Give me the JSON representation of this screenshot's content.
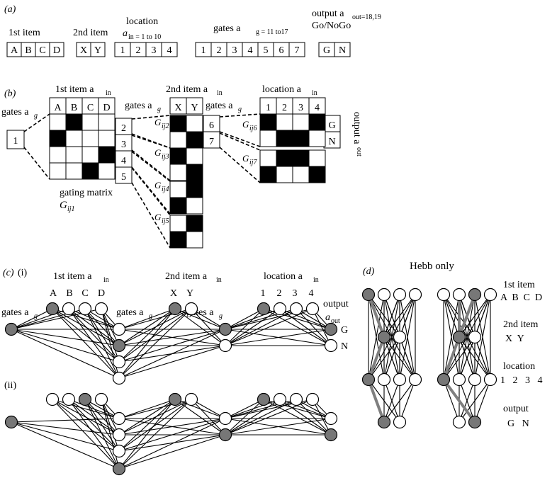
{
  "panel_a": {
    "label": "(a)",
    "first_item": {
      "title": "1st item",
      "cells": [
        "A",
        "B",
        "C",
        "D"
      ]
    },
    "second_item": {
      "title": "2nd item",
      "cells": [
        "X",
        "Y"
      ]
    },
    "location": {
      "title": "location",
      "subtitle": "a",
      "subscript": "in = 1 to 10",
      "cells": [
        "1",
        "2",
        "3",
        "4"
      ]
    },
    "gates": {
      "title": "gates a",
      "subscript": "g = 11 to17",
      "cells": [
        "1",
        "2",
        "3",
        "4",
        "5",
        "6",
        "7"
      ]
    },
    "output": {
      "title": "output a",
      "subscript": "out=18,19",
      "subtitle": "Go/NoGo",
      "cells": [
        "G",
        "N"
      ]
    }
  },
  "panel_b": {
    "label": "(b)",
    "first_item_title": "1st item a",
    "first_item_sub": "in",
    "second_item_title": "2nd item a",
    "second_item_sub": "in",
    "location_title": "location a",
    "location_sub": "in",
    "gates_label": "gates a",
    "gates_sub": "g",
    "first_cells": [
      "A",
      "B",
      "C",
      "D"
    ],
    "second_cells": [
      "X",
      "Y"
    ],
    "location_cells": [
      "1",
      "2",
      "3",
      "4"
    ],
    "gate_numbers": [
      "1",
      "2",
      "3",
      "4",
      "5",
      "6",
      "7"
    ],
    "output_cells": [
      "G",
      "N"
    ],
    "output_label": "output a",
    "output_sub": "out",
    "gating_matrix_label": "gating matrix",
    "g_labels": {
      "g1": {
        "main": "G",
        "sub": "ij1"
      },
      "g2": {
        "main": "G",
        "sub": "ij2"
      },
      "g3": {
        "main": "G",
        "sub": "ij3"
      },
      "g4": {
        "main": "G",
        "sub": "ij4"
      },
      "g5": {
        "main": "G",
        "sub": "ij5"
      },
      "g6": {
        "main": "G",
        "sub": "ij6"
      },
      "g7": {
        "main": "G",
        "sub": "ij7"
      }
    },
    "matrix1": [
      [
        0,
        1,
        0,
        0
      ],
      [
        1,
        0,
        0,
        0
      ],
      [
        0,
        0,
        0,
        1
      ],
      [
        0,
        0,
        1,
        0
      ]
    ],
    "matrix2": [
      [
        1,
        0
      ],
      [
        0,
        1
      ]
    ],
    "matrix3": [
      [
        1,
        0
      ],
      [
        0,
        1
      ]
    ],
    "matrix4": [
      [
        0,
        1
      ],
      [
        1,
        0
      ]
    ],
    "matrix5": [
      [
        0,
        1
      ],
      [
        1,
        0
      ]
    ],
    "matrix6": [
      [
        1,
        0,
        0,
        1
      ],
      [
        0,
        1,
        1,
        0
      ]
    ],
    "matrix7": [
      [
        0,
        1,
        1,
        0
      ],
      [
        1,
        0,
        0,
        1
      ]
    ]
  },
  "panel_c": {
    "label": "(c)",
    "sub_i": "(i)",
    "sub_ii": "(ii)",
    "first_item_title": "1st item a",
    "first_item_sub": "in",
    "second_item_title": "2nd item a",
    "second_item_sub": "in",
    "location_title": "location a",
    "location_sub": "in",
    "output_title": "output",
    "output_a": "a",
    "output_sub": "out",
    "gates_label": "gates a",
    "gates_sub": "g",
    "first_letters": [
      "A",
      "B",
      "C",
      "D"
    ],
    "second_letters": [
      "X",
      "Y"
    ],
    "location_numbers": [
      "1",
      "2",
      "3",
      "4"
    ],
    "output_letters": [
      "G",
      "N"
    ]
  },
  "panel_d": {
    "label": "(d)",
    "title": "Hebb only",
    "first_item": "1st item",
    "first_letters": "A  B  C  D",
    "second_item": "2nd item",
    "second_letters": "X  Y",
    "location": "location",
    "location_numbers": "1   2   3   4",
    "output": "output",
    "output_letters": "G   N"
  },
  "colors": {
    "filled_node": "#777777",
    "hebb_edge": "#7f7f7f",
    "matrix_on": "#000000"
  }
}
